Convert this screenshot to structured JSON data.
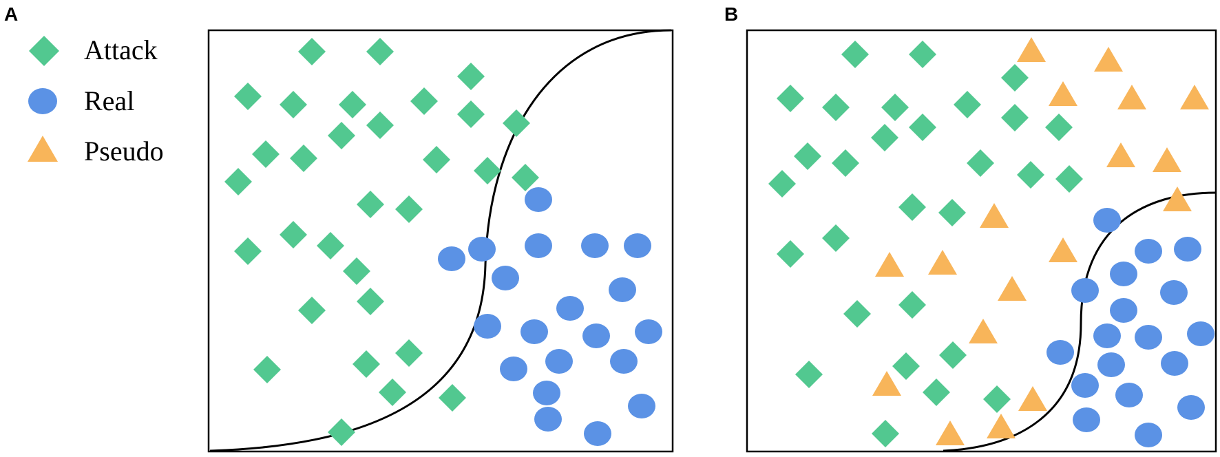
{
  "panels": {
    "a": {
      "letter": "A"
    },
    "b": {
      "letter": "B"
    }
  },
  "legend": {
    "items": [
      {
        "key": "attack",
        "label": "Attack",
        "shape": "diamond-icon"
      },
      {
        "key": "real",
        "label": "Real",
        "shape": "circle-icon"
      },
      {
        "key": "pseudo",
        "label": "Pseudo",
        "shape": "triangle-icon"
      }
    ]
  },
  "colors": {
    "attack": "#52c890",
    "real": "#5b92e5",
    "pseudo": "#f8b55a",
    "frame": "#000000"
  }
}
